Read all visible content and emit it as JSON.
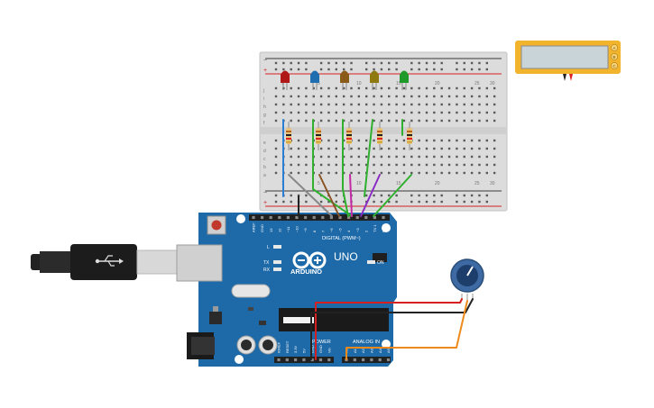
{
  "board": {
    "brand": "ARDUINO",
    "model": "UNO",
    "digital_header_label": "DIGITAL (PWM~)",
    "power_label": "POWER",
    "analog_label": "ANALOG IN",
    "led_l": "L",
    "led_tx": "TX",
    "led_rx": "RX",
    "led_on": "ON",
    "digital_pins": [
      "AREF",
      "GND",
      "13",
      "12",
      "~11",
      "~10",
      "~9",
      "8",
      "7",
      "~6",
      "~5",
      "4",
      "~3",
      "2",
      "TX 1",
      "RX 0"
    ],
    "power_pins": [
      "IOREF",
      "RESET",
      "3.3V",
      "5V",
      "GND",
      "GND",
      "Vin"
    ],
    "analog_pins": [
      "A0",
      "A1",
      "A2",
      "A3",
      "A4",
      "A5"
    ]
  },
  "breadboard": {
    "columns": [
      "1",
      "5",
      "10",
      "15",
      "20",
      "25",
      "30"
    ],
    "rows_top": [
      "j",
      "i",
      "h",
      "g",
      "f"
    ],
    "rows_bottom": [
      "e",
      "d",
      "c",
      "b",
      "a"
    ],
    "rail_plus": "+",
    "rail_minus": "−"
  },
  "leds": [
    {
      "color": "#b01818"
    },
    {
      "color": "#1f6fb0"
    },
    {
      "color": "#8a5a18"
    },
    {
      "color": "#8f7a10"
    },
    {
      "color": "#1f9a2a"
    }
  ],
  "lcd": {
    "buttons": [
      "A",
      "B",
      "C"
    ],
    "frame_color": "#f2b32d"
  },
  "colors": {
    "pcb": "#1e6aa8",
    "wire_red": "#d62020",
    "wire_black": "#222222",
    "wire_orange": "#ee8a1c",
    "wire_green": "#2fb02f",
    "wire_blue": "#2a7fd4",
    "wire_purple": "#8a2bc6",
    "wire_magenta": "#c42aa5",
    "wire_brown": "#8a5426",
    "wire_grey": "#888888"
  }
}
